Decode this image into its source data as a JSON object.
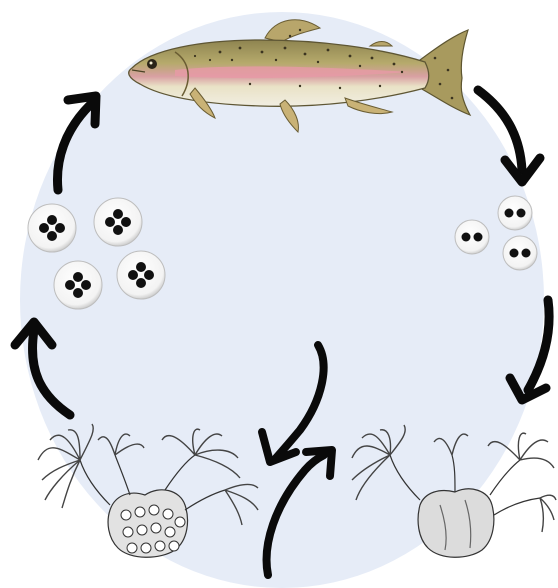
{
  "diagram": {
    "type": "life-cycle",
    "background_color": "#e6ecf7",
    "arrow_color": "#0a0a0a",
    "stages": [
      {
        "id": "fish",
        "icon": "rainbow-trout-icon",
        "description_colors": {
          "body": "#b9ab6a",
          "stripe": "#e79aa6",
          "belly": "#ece8d6"
        }
      },
      {
        "id": "two-dot-spores",
        "icon": "two-dot-spore-icon",
        "count": 3
      },
      {
        "id": "host-colony-right",
        "icon": "bryozoan-colony-icon"
      },
      {
        "id": "host-colony-left",
        "icon": "bryozoan-colony-icon",
        "internal_spores": true
      },
      {
        "id": "four-dot-spores",
        "icon": "four-dot-spore-icon",
        "count": 4
      }
    ],
    "arrows": [
      {
        "id": "fish-to-spores",
        "direction": "clockwise"
      },
      {
        "id": "spores-to-colony",
        "direction": "down"
      },
      {
        "id": "colony-exchange-up",
        "direction": "up"
      },
      {
        "id": "colony-exchange-down",
        "direction": "down"
      },
      {
        "id": "colony-to-four-dot",
        "direction": "up"
      },
      {
        "id": "four-dot-to-fish",
        "direction": "up"
      }
    ]
  }
}
